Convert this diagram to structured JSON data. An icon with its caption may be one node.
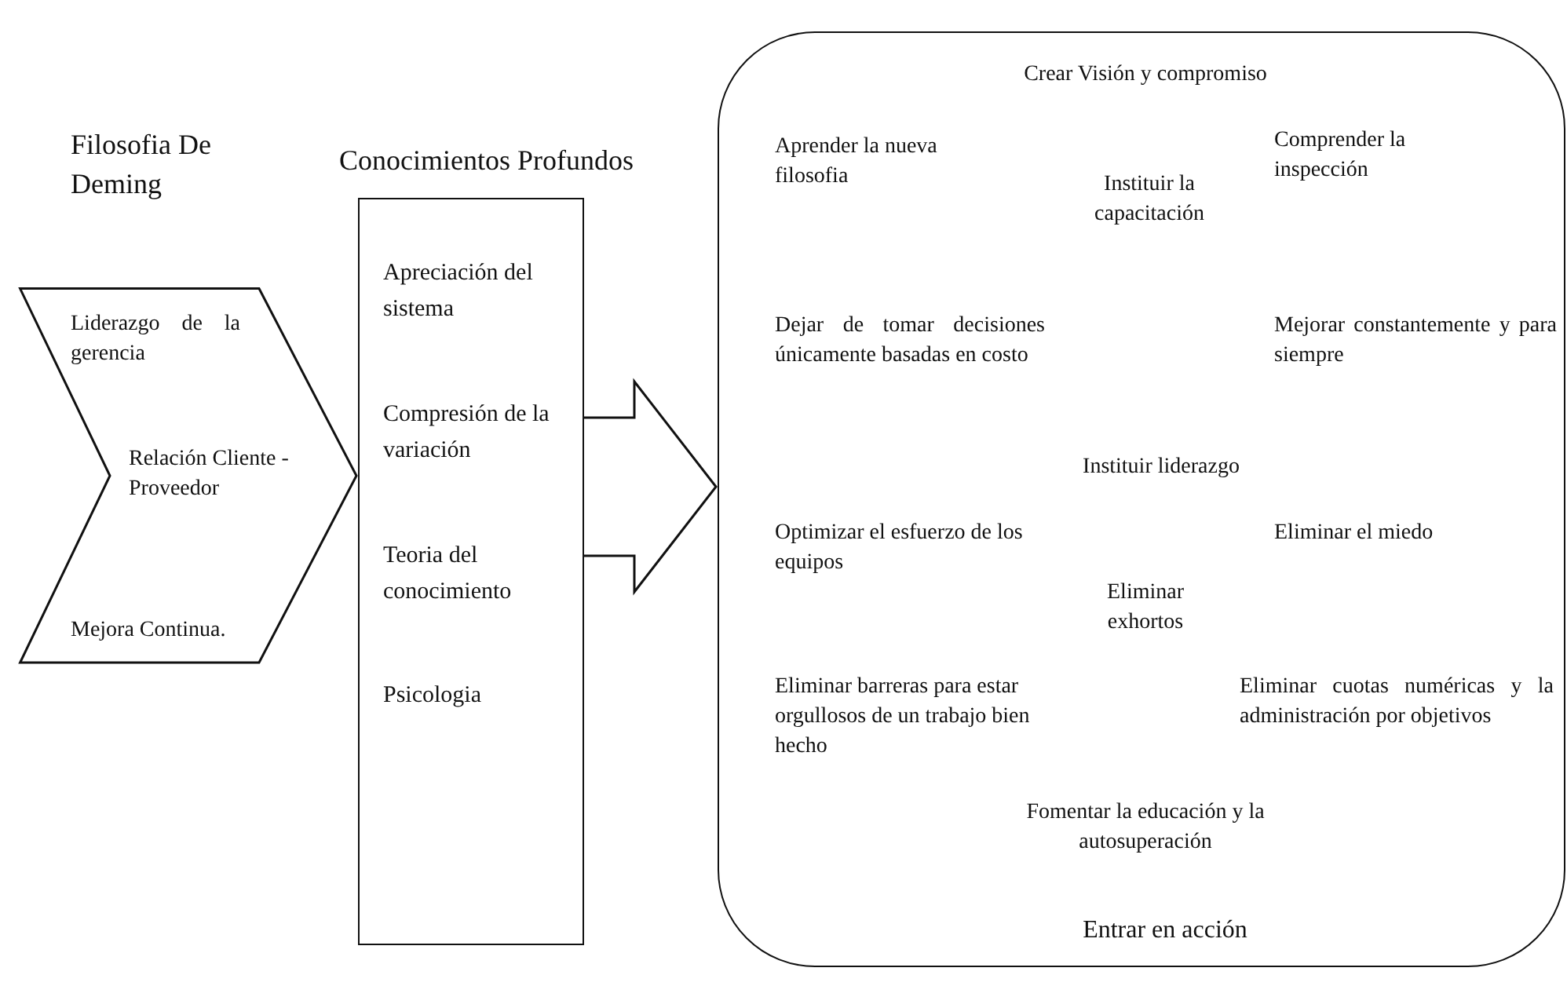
{
  "diagram": {
    "nodes": [
      {
        "text": [
          "Filosofia De Deming",
          "Liderazgo de la gerencia",
          "Relación Cliente -Proveedor",
          "Mejora Continua."
        ]
      },
      {
        "text": [
          "Conocimientos Profundos",
          "Apreciación del sistema",
          "Compresión de la variación",
          "Teoria del conocimiento",
          "Psicologia"
        ]
      },
      {
        "text": [
          "Crear Visión y compromiso",
          "Aprender la nueva filosofia",
          "Instituir la capacitación",
          "Comprender la inspección",
          "Dejar de tomar decisiones únicamente basadas en costo",
          "Mejorar constantemente y para siempre",
          "Instituir liderazgo",
          "Optimizar el esfuerzo de los equipos",
          "Eliminar el miedo",
          "Eliminar exhortos",
          "Eliminar barreras para estar orgullosos de un trabajo bien hecho",
          "Eliminar cuotas numéricas y la administración por objetivos",
          "Fomentar la educación y la autosuperación",
          "Entrar en acción"
        ]
      }
    ],
    "edges": [
      {
        "from": 1,
        "to": 2,
        "arrow": "to"
      }
    ]
  }
}
